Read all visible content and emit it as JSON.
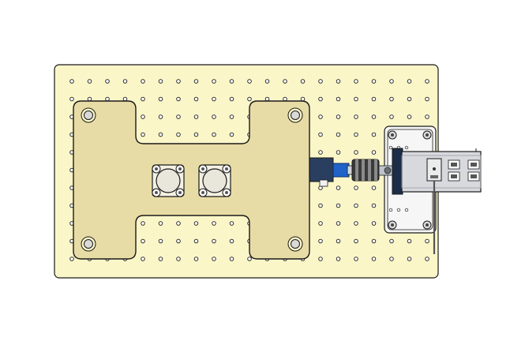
{
  "colors": {
    "background": "#ffffff",
    "breadboard_fill": "#fbf6c8",
    "fixture_plate_fill": "#e8dca6",
    "outline": "#1a1a1a",
    "hole_fill": "#ffffff",
    "motor_body": "#d7d9dd",
    "motor_dark": "#1b2d48",
    "coupling_blue": "#1f63c8",
    "coupling_dark": "#2c2c2c",
    "bracket_fill": "#f6f6f6",
    "sensor_fill": "#e6e6e6"
  },
  "icons": {
    "breadboard": "optical-breadboard-icon",
    "fixture_plate": "h-shaped-fixture-plate-icon",
    "sample_holder": "round-sample-holder-icon",
    "coupling": "shaft-coupling-icon",
    "motor": "stepper-motor-icon",
    "bracket": "motor-mount-bracket-icon"
  },
  "components": {
    "sample_holder_count": 2,
    "breadboard_hole_rows": 11,
    "breadboard_hole_columns": 21
  }
}
